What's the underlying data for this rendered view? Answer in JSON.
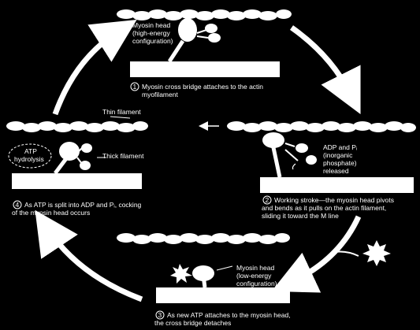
{
  "steps": [
    {
      "number": "1",
      "text_lines": [
        "Myosin cross bridge attaches to the actin",
        "myofilament"
      ]
    },
    {
      "number": "2",
      "text_lines": [
        "Working stroke—the myosin head pivots",
        "and bends as it pulls on the actin filament,",
        "sliding it toward the M line"
      ]
    },
    {
      "number": "3",
      "text_lines": [
        "As new ATP attaches to the myosin head,",
        "the cross bridge detaches"
      ]
    },
    {
      "number": "4",
      "text_lines": [
        "As ATP is split into ADP and Pᵢ, cocking",
        "of the myosin head occurs"
      ]
    }
  ],
  "labels": {
    "myosin_high": [
      "Myosin head",
      "(high-energy",
      "configuration)"
    ],
    "myosin_low": [
      "Myosin head",
      "(low-energy",
      "configuration)"
    ],
    "thin_filament": "Thin filament",
    "thick_filament": "Thick filament",
    "atp_hydrolysis": [
      "ATP",
      "hydrolysis"
    ],
    "adp_released": [
      "ADP and Pᵢ",
      "(inorganic",
      "phosphate)",
      "released"
    ]
  },
  "colors": {
    "background": "#000000",
    "drawing": "#ffffff"
  }
}
